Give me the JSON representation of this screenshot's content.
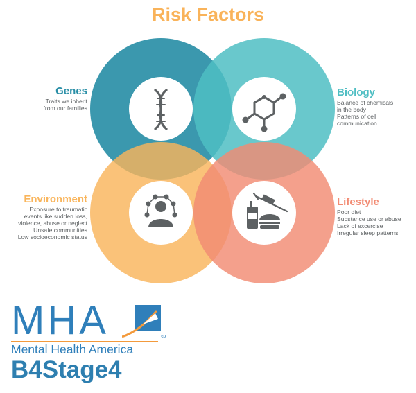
{
  "title": "Risk Factors",
  "colors": {
    "title": "#f9b35a",
    "genes": "#2a8fa7",
    "biology": "#4fbec3",
    "environment": "#f9b55c",
    "lifestyle": "#f28b73",
    "icon": "#5d6163",
    "text": "#5d6163",
    "logo_blue": "#2f7fba",
    "logo_orange": "#f39a3c"
  },
  "factors": {
    "genes": {
      "title": "Genes",
      "icon": "dna-icon",
      "lines": [
        "Traits we inherit",
        "from our families"
      ]
    },
    "biology": {
      "title": "Biology",
      "icon": "molecule-icon",
      "lines": [
        "Balance of chemicals",
        "in the body",
        "Patterns of cell",
        "communication"
      ]
    },
    "environment": {
      "title": "Environment",
      "icon": "person-network-icon",
      "lines": [
        "Exposure to traumatic",
        "events like sudden loss,",
        "violence, abuse or neglect",
        "Unsafe communities",
        "Low socioeconomic status"
      ]
    },
    "lifestyle": {
      "title": "Lifestyle",
      "icon": "syringe-drink-burger-icon",
      "lines": [
        "Poor diet",
        "Substance use or abuse",
        "Lack of excercise",
        "Irregular sleep patterns"
      ]
    }
  },
  "logo": {
    "mark": "MHA",
    "name": "Mental Health America",
    "tagline": "B4Stage4",
    "trademark": "SM"
  }
}
